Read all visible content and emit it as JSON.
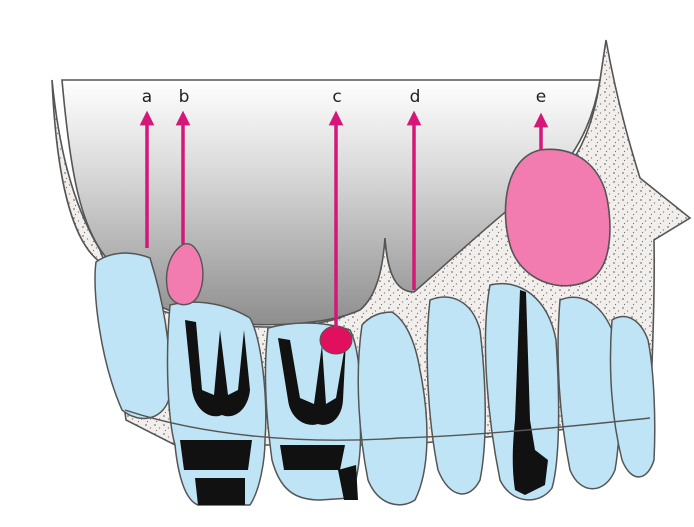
{
  "labels": [
    {
      "id": "a",
      "text": "a"
    },
    {
      "id": "b",
      "text": "b"
    },
    {
      "id": "c",
      "text": "c"
    },
    {
      "id": "d",
      "text": "d"
    },
    {
      "id": "e",
      "text": "e"
    }
  ],
  "colors": {
    "arrow": "#d6177a",
    "lesion": "#f27bb0",
    "lesion_dark": "#e0105f",
    "tooth": "#bfe4f5",
    "pulp": "#111111",
    "bone_fill": "#ece9e6",
    "outline": "#555555"
  }
}
